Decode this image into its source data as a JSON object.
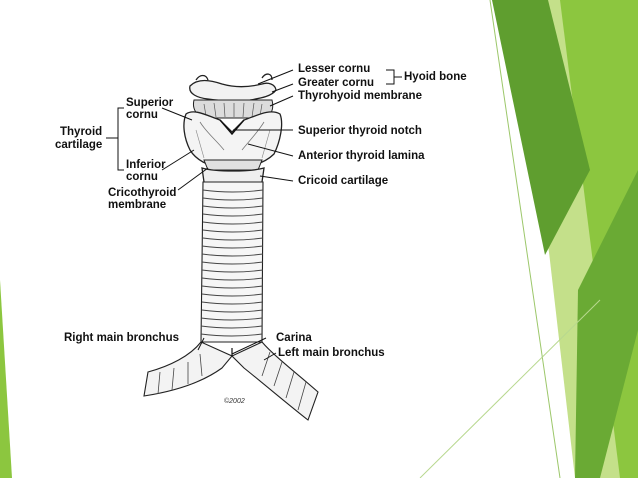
{
  "labels": {
    "lesser_cornu": "Lesser cornu",
    "greater_cornu": "Greater cornu",
    "hyoid_bone": "Hyoid bone",
    "thyrohyoid_membrane": "Thyrohyoid membrane",
    "superior_cornu_1": "Superior",
    "superior_cornu_2": "cornu",
    "thyroid_cartilage_1": "Thyroid",
    "thyroid_cartilage_2": "cartilage",
    "superior_thyroid_notch": "Superior thyroid notch",
    "anterior_thyroid_lamina": "Anterior thyroid lamina",
    "inferior_cornu_1": "Inferior",
    "inferior_cornu_2": "cornu",
    "cricoid_cartilage": "Cricoid cartilage",
    "cricothyroid_membrane_1": "Cricothyroid",
    "cricothyroid_membrane_2": "membrane",
    "right_main_bronchus": "Right main bronchus",
    "carina": "Carina",
    "left_main_bronchus": "Left main bronchus",
    "signature": "©2002"
  },
  "colors": {
    "green_dark": "#5f9e2f",
    "green_mid": "#8cc63f",
    "green_light": "#c4e08a",
    "green_pale": "#e4f1c6"
  }
}
